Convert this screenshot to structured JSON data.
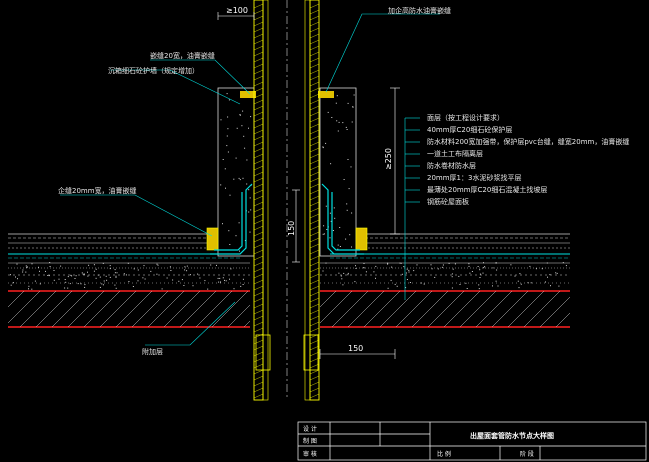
{
  "drawing": {
    "background": "#000000",
    "colors": {
      "pipe": "#ffff00",
      "concrete": "#c8c8c8",
      "waterproof": "#00ffff",
      "sealant": "#ffff00",
      "structure": "#ff2020",
      "leader": "#00ffff",
      "dim": "#ffffff"
    },
    "labels": {
      "left_sealant": "嵌缝20宽，油膏嵌缝",
      "left_detail": "沉箱细石砼护墙（规定增加）",
      "left_mid": "企缝20mm宽，油膏嵌缝",
      "left_bottom": "附加层",
      "right_top": "加企高防水油膏嵌缝",
      "layers": [
        "面层（按工程设计要求）",
        "40mm厚C20细石砼保护层",
        "防水材料200宽加强带，保护层pvc台缝，缝宽20mm，油膏嵌缝",
        "一道土工布隔离层",
        "防水卷材防水层",
        "20mm厚1：3水泥砂浆找平层",
        "最薄处20mm厚C20细石混凝土找坡层",
        "钢筋砼屋面板"
      ]
    },
    "dimensions": {
      "top_offset": "≥100",
      "vertical_height": "≥250",
      "pipe_height": "150",
      "bottom_width": "150"
    }
  },
  "title_block": {
    "row1_left": "设  计",
    "row2_left": "制  图",
    "row3_left": "审  核",
    "title": "出屋面套管防水节点大样图",
    "scale_label": "比  例",
    "stage_label": "阶  段"
  }
}
